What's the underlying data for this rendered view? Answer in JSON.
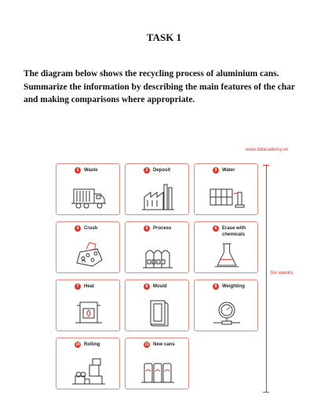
{
  "header": {
    "task_title": "TASK 1",
    "prompt_lines": [
      "The diagram below shows the recycling process of aluminium cans.",
      "Summarize the information by describing the main features of the char",
      "and making comparisons where appropriate."
    ]
  },
  "diagram": {
    "credit": "www.dolacademy.vn",
    "bracket_label": "Six weeks",
    "steps": [
      {
        "num": "1",
        "label": "Waste",
        "icon": "garbage-truck-icon"
      },
      {
        "num": "2",
        "label": "Deposit",
        "icon": "factory-icon"
      },
      {
        "num": "3",
        "label": "Water",
        "icon": "water-tank-icon"
      },
      {
        "num": "4",
        "label": "Crush",
        "icon": "crushed-cans-icon"
      },
      {
        "num": "5",
        "label": "Process",
        "icon": "processing-plant-icon"
      },
      {
        "num": "6",
        "label": "Erase with chemicals",
        "icon": "chemical-flask-icon"
      },
      {
        "num": "7",
        "label": "Heat",
        "icon": "furnace-icon"
      },
      {
        "num": "8",
        "label": "Mould",
        "icon": "mould-icon"
      },
      {
        "num": "9",
        "label": "Weighting",
        "icon": "scale-icon"
      },
      {
        "num": "10",
        "label": "Rolling",
        "icon": "rolling-machine-icon"
      },
      {
        "num": "11",
        "label": "New cans",
        "icon": "new-cans-icon"
      }
    ]
  }
}
